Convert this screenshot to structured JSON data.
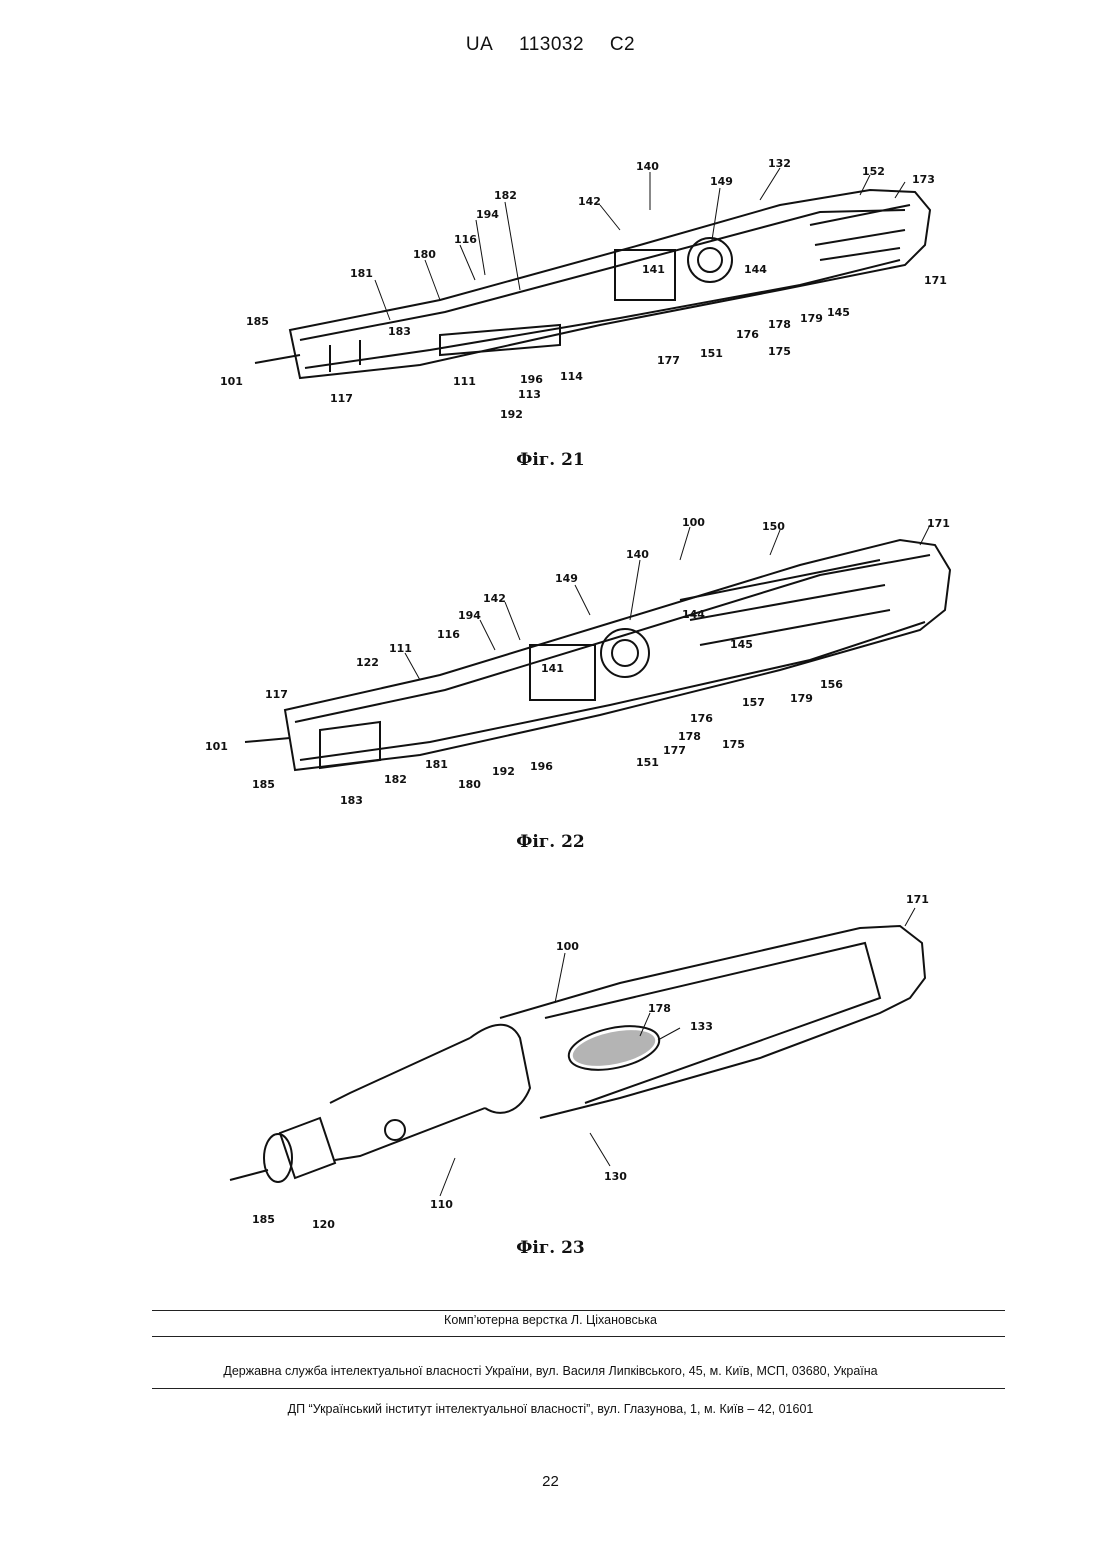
{
  "header": {
    "country": "UA",
    "number": "113032",
    "kind": "C2"
  },
  "figures": [
    {
      "caption": "Фіг. 21",
      "labels": [
        "140",
        "132",
        "182",
        "149",
        "152",
        "173",
        "142",
        "194",
        "116",
        "180",
        "181",
        "141",
        "144",
        "171",
        "185",
        "183",
        "178",
        "179",
        "145",
        "176",
        "175",
        "151",
        "177",
        "114",
        "111",
        "196",
        "113",
        "101",
        "117",
        "192"
      ]
    },
    {
      "caption": "Фіг. 22",
      "labels": [
        "100",
        "150",
        "171",
        "140",
        "149",
        "142",
        "194",
        "144",
        "116",
        "111",
        "145",
        "122",
        "141",
        "156",
        "117",
        "157",
        "179",
        "176",
        "178",
        "175",
        "177",
        "101",
        "151",
        "181",
        "192",
        "196",
        "185",
        "182",
        "180",
        "183"
      ]
    },
    {
      "caption": "Фіг. 23",
      "labels": [
        "171",
        "100",
        "178",
        "133",
        "185",
        "120",
        "110",
        "130"
      ]
    }
  ],
  "footer": {
    "line1": "Комп’ютерна верстка Л. Ціхановська",
    "line2": "Державна служба інтелектуальної власності України, вул. Василя Липківського, 45, м. Київ, МСП, 03680, Україна",
    "line3": "ДП “Український інститут інтелектуальної власності”, вул. Глазунова, 1, м. Київ – 42, 01601"
  },
  "page_number": "22"
}
